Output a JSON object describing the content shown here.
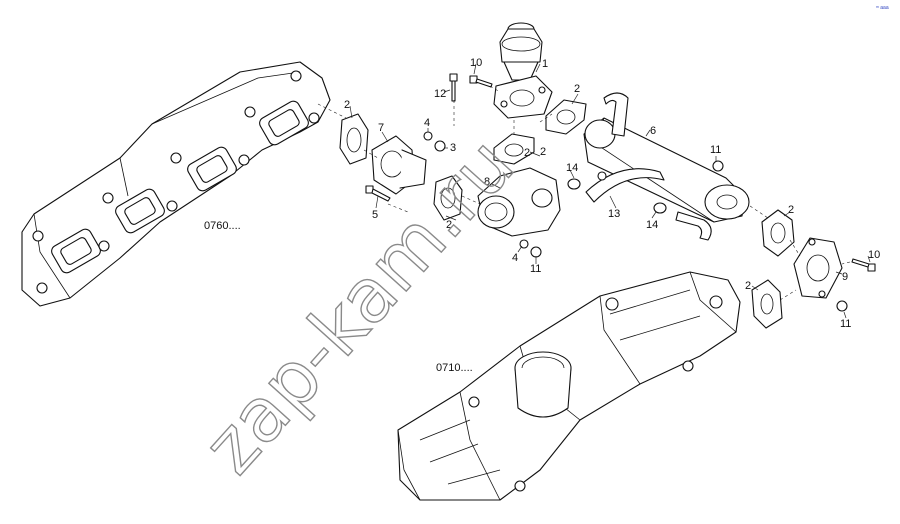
{
  "watermark": "zap-kam.ru",
  "corner_mark": "ᵐ aaa",
  "assembly_refs": {
    "exhaust_manifold": "0760....",
    "intake_manifold": "0710...."
  },
  "callouts": {
    "c1": "1",
    "c2a": "2",
    "c2b": "2",
    "c2c": "2",
    "c2d": "2",
    "c2e": "2",
    "c2f": "2",
    "c2g": "2",
    "c3": "3",
    "c4a": "4",
    "c4b": "4",
    "c5": "5",
    "c6": "6",
    "c7": "7",
    "c8": "8",
    "c9": "9",
    "c10a": "10",
    "c10b": "10",
    "c11a": "11",
    "c11b": "11",
    "c11c": "11",
    "c12": "12",
    "c13": "13",
    "c14a": "14",
    "c14b": "14"
  },
  "colors": {
    "line": "#111111",
    "watermark": "#8a8a8a",
    "corner": "#2a3fbf"
  }
}
